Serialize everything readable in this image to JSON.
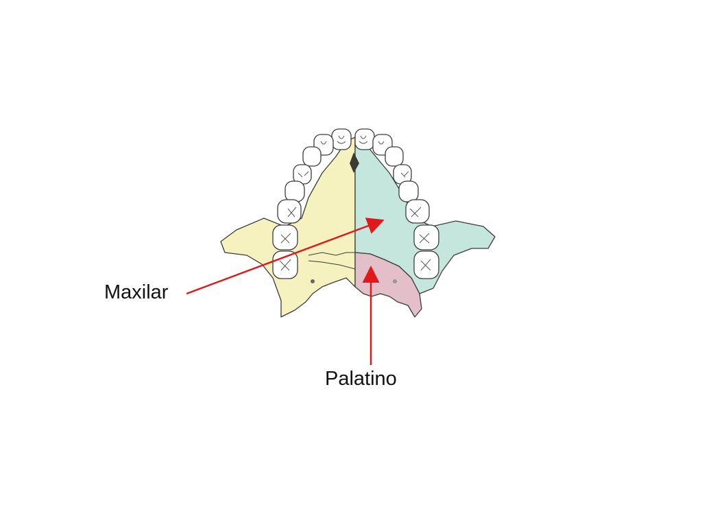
{
  "labels": {
    "maxilar": "Maxilar",
    "palatino": "Palatino"
  },
  "colors": {
    "maxilar_left": "#f6f2bf",
    "maxilar_right": "#c5e6dc",
    "palatino": "#e2bfc9",
    "teeth": "#ffffff",
    "outline": "#3a3a3a",
    "arrow": "#e0191a"
  },
  "icons": {
    "arrow_head": "arrow-head"
  }
}
